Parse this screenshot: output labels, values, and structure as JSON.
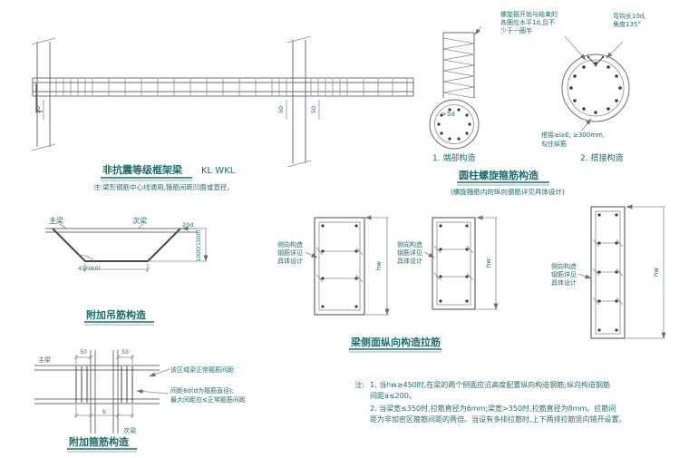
{
  "meta": {
    "doc_type": "structural-detail-drawing",
    "language": "zh-CN"
  },
  "colors": {
    "text_accent": "#1b6f6a",
    "line_gray": "#6e6e6e",
    "line_dark": "#474747",
    "background": "#ffffff"
  },
  "beam_elevation": {
    "title": "非抗震等级框架梁",
    "code": "KL WKL",
    "note": "注:梁形钢筋中心线通用,箍筋间距凹面或直径。",
    "dims": [
      "50",
      "50",
      "50"
    ]
  },
  "end_detail": {
    "label": ">5d",
    "caption": "1. 端部构造"
  },
  "lap_detail": {
    "caption": "2. 搭接构造",
    "note_start": [
      "螺旋箍开始与结束的",
      "各圈应水平1d,且不",
      "少于一圈半"
    ],
    "note_hook": [
      "弯钩长10d,",
      "角度135°"
    ],
    "note_lap": [
      "搭接≥laE, ≥300mm,",
      "勾住纵筋"
    ]
  },
  "column_detail": {
    "title": "圆柱螺旋箍筋构造",
    "subtitle": "(螺旋箍筋内的纵向钢筋详见具体设计)"
  },
  "hanging_bar": {
    "title": "附加吊筋构造",
    "main_beam": "主梁",
    "secondary_beam": "次梁",
    "dim_20d": "20d",
    "angle": "45°(60)",
    "dim_height": "1000(1500)"
  },
  "beam_sections": {
    "title": "梁侧面纵向构造拉筋",
    "side_label": [
      "侧向构造",
      "钢筋详见",
      "具体设计"
    ],
    "dim_h": "hw"
  },
  "added_stirrups": {
    "title": "附加箍筋构造",
    "main_beam": "主梁",
    "secondary_beam": "次梁",
    "dims": [
      "50",
      "50"
    ],
    "dim_width": "b",
    "note_region": "该区域梁正常箍筋间距",
    "note_spacing": [
      "间距8d(d为箍筋直径);",
      "最大间距应≤正常箍筋间距"
    ]
  },
  "general_notes": {
    "prefix": "注:",
    "lines": [
      "1. 当hw≥450时,在梁的两个侧面应沿高度配置纵向构造钢筋;纵向构造钢筋",
      "间距a≤200。",
      "2. 当梁宽≤350时,拉筋直径为6mm;梁宽>350时,拉筋直径为8mm。拉筋间",
      "距为非加密区箍筋间距的两倍。当设有多排拉筋时,上下两排拉筋竖向错开设置。"
    ]
  }
}
